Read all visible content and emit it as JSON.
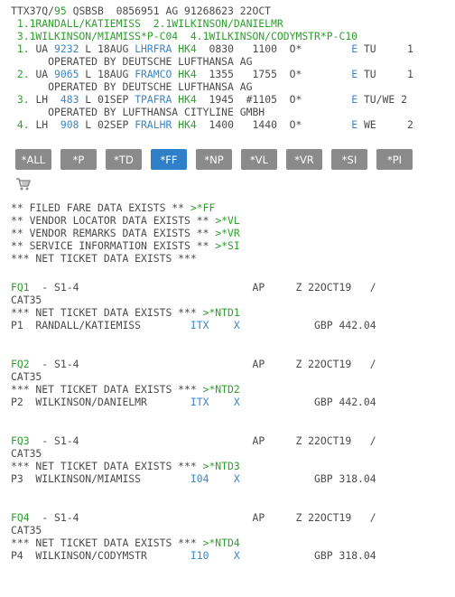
{
  "header": {
    "line1": [
      "TTX37Q/",
      "95",
      " QSBSB  0856951 AG 91268623 22OCT"
    ],
    "names1": " 1.1RANDALL/KATIEMISS  2.1WILKINSON/DANIELMR",
    "names2": " 3.1WILKINSON/MIAMISS*P-C04  4.1WILKINSON/CODYMSTR*P-C10"
  },
  "segments": [
    {
      "num": " 1. ",
      "carrier": "UA ",
      "flight": "9232",
      "cls": " L ",
      "date": "18AUG ",
      "route": "LHRFRA",
      "status": " HK4",
      "times": "  0830   1100  O*        ",
      "e": "E",
      "day": " TU     1",
      "operated": "      OPERATED BY DEUTSCHE LUFTHANSA AG"
    },
    {
      "num": " 2. ",
      "carrier": "UA ",
      "flight": "9065",
      "cls": " L ",
      "date": "18AUG ",
      "route": "FRAMCO",
      "status": " HK4",
      "times": "  1355   1755  O*        ",
      "e": "E",
      "day": " TU     1",
      "operated": "      OPERATED BY DEUTSCHE LUFTHANSA AG"
    },
    {
      "num": " 3. ",
      "carrier": "LH  ",
      "flight": "483",
      "cls": " L ",
      "date": "01SEP ",
      "route": "TPAFRA",
      "status": " HK4",
      "times": "  1945  #1105  O*        ",
      "e": "E",
      "day": " TU/WE 2",
      "operated": "      OPERATED BY LUFTHANSA CITYLINE GMBH"
    },
    {
      "num": " 4. ",
      "carrier": "LH  ",
      "flight": "908",
      "cls": " L ",
      "date": "02SEP ",
      "route": "FRALHR",
      "status": " HK4",
      "times": "  1400   1440  O*        ",
      "e": "E",
      "day": " WE     2"
    }
  ],
  "buttons": [
    {
      "label": "*ALL",
      "active": false
    },
    {
      "label": "*P",
      "active": false
    },
    {
      "label": "*TD",
      "active": false
    },
    {
      "label": "*FF",
      "active": true
    },
    {
      "label": "*NP",
      "active": false
    },
    {
      "label": "*VL",
      "active": false
    },
    {
      "label": "*VR",
      "active": false
    },
    {
      "label": "*SI",
      "active": false
    },
    {
      "label": "*PI",
      "active": false
    }
  ],
  "cart_icon": "shopping-cart-icon",
  "notices": [
    {
      "text": "** FILED FARE DATA EXISTS ** ",
      "cmd": ">*FF"
    },
    {
      "text": "** VENDOR LOCATOR DATA EXISTS ** ",
      "cmd": ">*VL"
    },
    {
      "text": "** VENDOR REMARKS DATA EXISTS ** ",
      "cmd": ">*VR"
    },
    {
      "text": "** SERVICE INFORMATION EXISTS ** ",
      "cmd": ">*SI"
    },
    {
      "text": "*** NET TICKET DATA EXISTS ***",
      "cmd": ""
    }
  ],
  "fare_quotes": [
    {
      "fq": "FQ1",
      "seg": "  - S1-4                            AP     Z 22OCT19   /",
      "cat": "CAT35",
      "net": "*** NET TICKET DATA EXISTS *** ",
      "ntd": ">*NTD1",
      "pax": "P1  RANDALL/KATIEMISS        ",
      "code": "ITX",
      "gap": "    ",
      "x": "X",
      "amt": "            GBP 442.04"
    },
    {
      "fq": "FQ2",
      "seg": "  - S1-4                            AP     Z 22OCT19   /",
      "cat": "CAT35",
      "net": "*** NET TICKET DATA EXISTS *** ",
      "ntd": ">*NTD2",
      "pax": "P2  WILKINSON/DANIELMR       ",
      "code": "ITX",
      "gap": "    ",
      "x": "X",
      "amt": "            GBP 442.04"
    },
    {
      "fq": "FQ3",
      "seg": "  - S1-4                            AP     Z 22OCT19   /",
      "cat": "CAT35",
      "net": "*** NET TICKET DATA EXISTS *** ",
      "ntd": ">*NTD3",
      "pax": "P3  WILKINSON/MIAMISS        ",
      "code": "I04",
      "gap": "    ",
      "x": "X",
      "amt": "            GBP 318.04"
    },
    {
      "fq": "FQ4",
      "seg": "  - S1-4                            AP     Z 22OCT19   /",
      "cat": "CAT35",
      "net": "*** NET TICKET DATA EXISTS *** ",
      "ntd": ">*NTD4",
      "pax": "P4  WILKINSON/CODYMSTR       ",
      "code": "I10",
      "gap": "    ",
      "x": "X",
      "amt": "            GBP 318.04"
    }
  ],
  "colors": {
    "green": "#2e9e2e",
    "blue": "#3a86c8",
    "button": "#8a8a8a",
    "button_active": "#2f80c9"
  }
}
